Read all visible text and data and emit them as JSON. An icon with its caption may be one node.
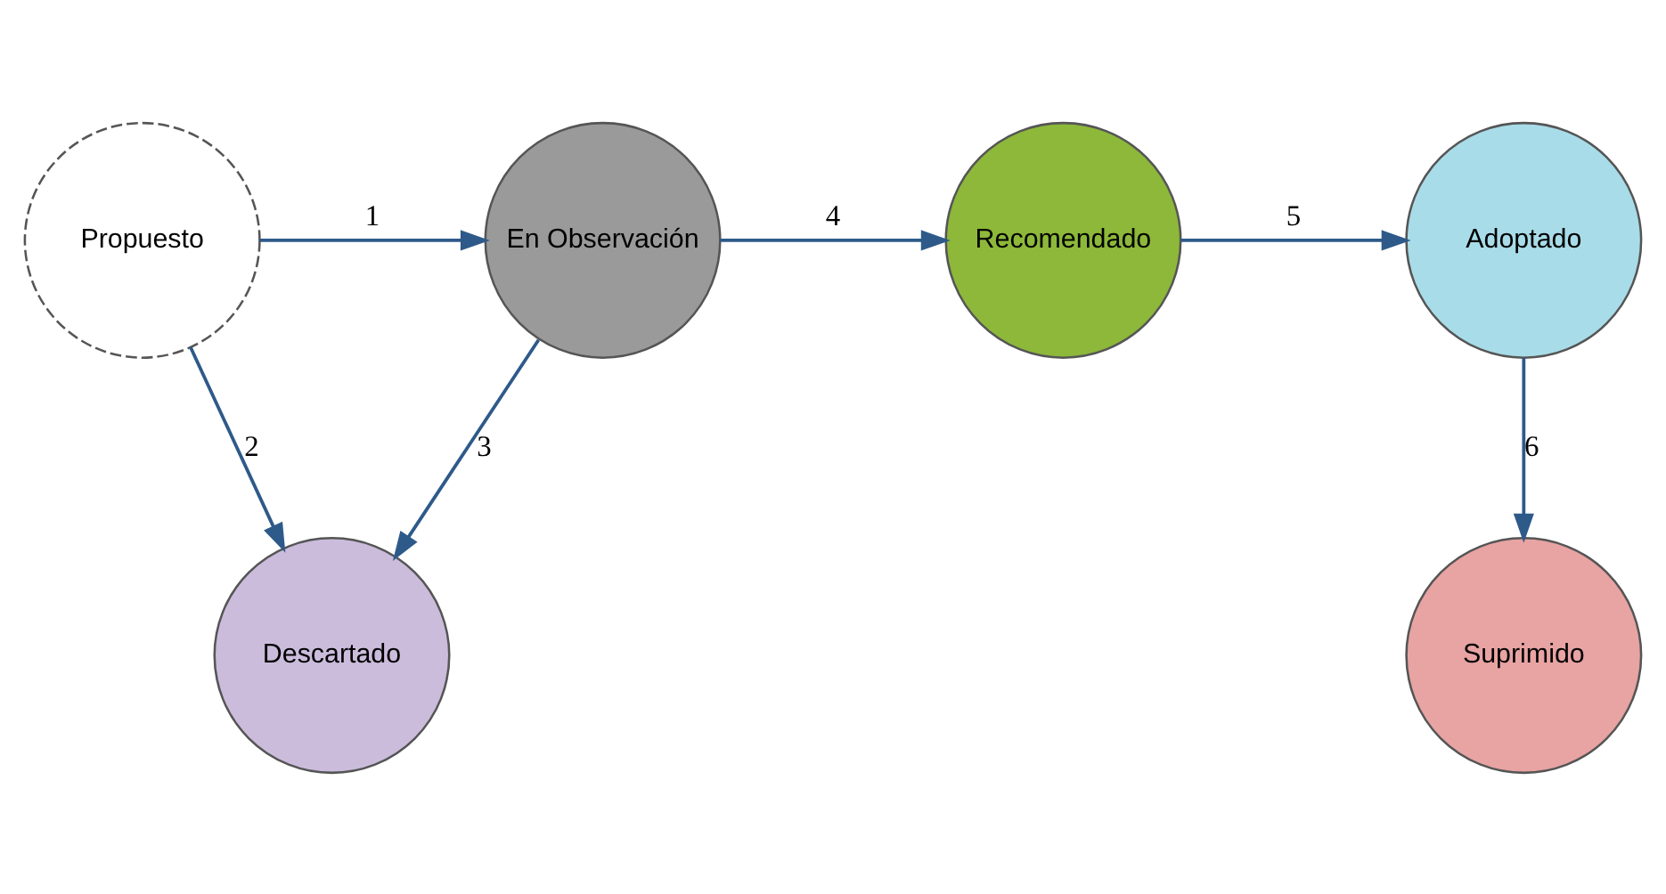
{
  "diagram": {
    "nodes": [
      {
        "text": [
          "Propuesto"
        ]
      },
      {
        "text": [
          "En Observación"
        ]
      },
      {
        "text": [
          "Recomendado"
        ]
      },
      {
        "text": [
          "Adoptado"
        ]
      },
      {
        "text": [
          "Descartado"
        ]
      },
      {
        "text": [
          "Suprimido"
        ]
      }
    ],
    "edges": [
      {
        "from": 0,
        "to": 1,
        "arrow": "to",
        "label": "1"
      },
      {
        "from": 0,
        "to": 4,
        "arrow": "to",
        "label": "2"
      },
      {
        "from": 1,
        "to": 4,
        "arrow": "to",
        "label": "3"
      },
      {
        "from": 1,
        "to": 2,
        "arrow": "to",
        "label": "4"
      },
      {
        "from": 2,
        "to": 3,
        "arrow": "to",
        "label": "5"
      },
      {
        "from": 3,
        "to": 5,
        "arrow": "to",
        "label": "6"
      }
    ]
  }
}
